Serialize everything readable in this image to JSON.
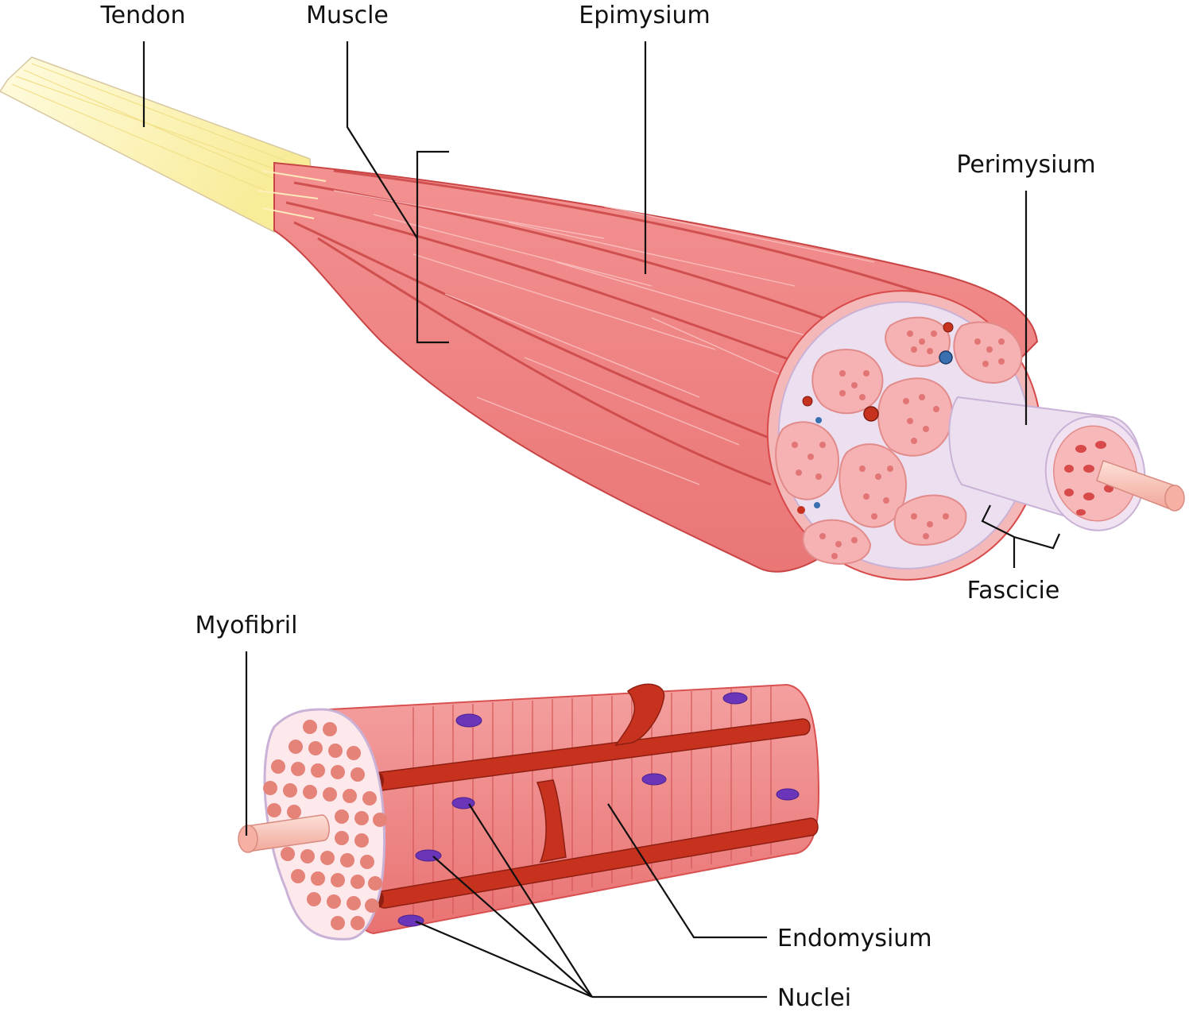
{
  "labels": {
    "tendon": "Tendon",
    "muscle": "Muscle",
    "epimysium": "Epimysium",
    "perimysium": "Perimysium",
    "fascicle": "Fascicie",
    "myofibril": "Myofibril",
    "endomysium": "Endomysium",
    "nuclei": "Nuclei"
  },
  "colors": {
    "muscle": "#f08585",
    "muscle_dark": "#d95050",
    "muscle_light": "#f6a0a0",
    "tendon": "#faf3b0",
    "tendon_light": "#fffbe0",
    "sheath": "#ece0f0",
    "sheath_edge": "#c9b2d6",
    "cross_section": "#fde9ec",
    "fibre_dot": "#e07070",
    "vessel_red": "#c7321e",
    "vessel_blue": "#3a6fb0",
    "nucleus": "#6a35b8",
    "line": "#111111"
  }
}
